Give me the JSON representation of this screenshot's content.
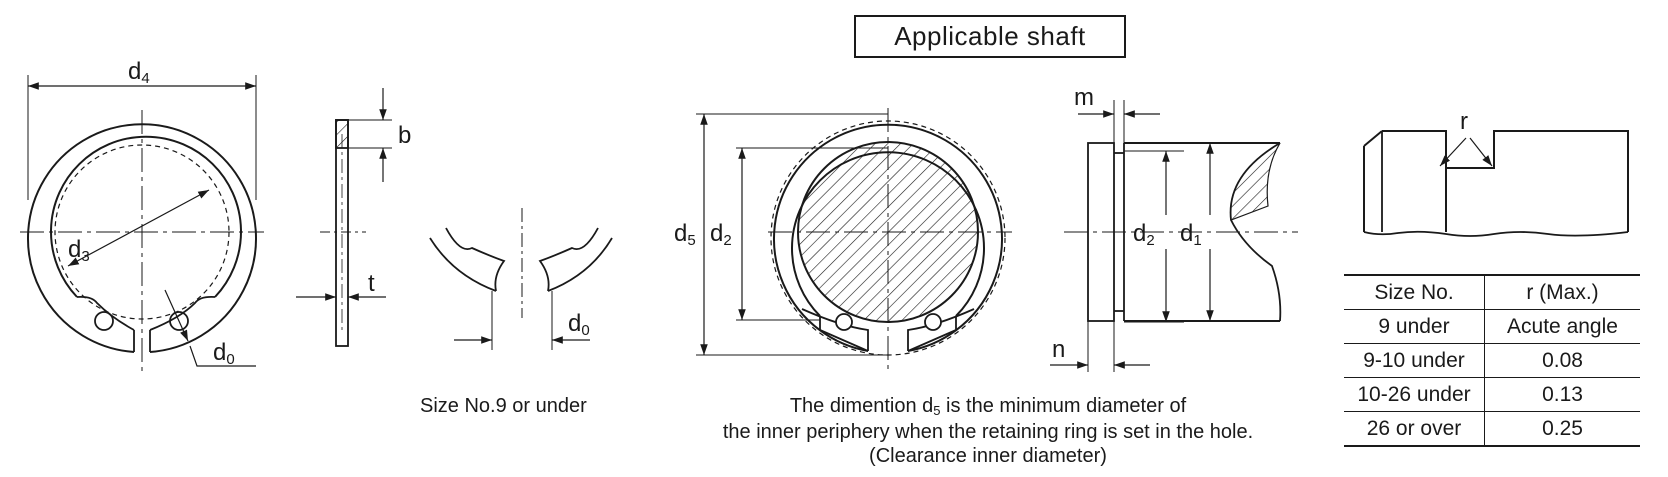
{
  "header": {
    "title": "Applicable shaft"
  },
  "labels": {
    "d4": {
      "main": "d",
      "sub": "4"
    },
    "d3": {
      "main": "d",
      "sub": "3"
    },
    "d0_ring": {
      "main": "d",
      "sub": "0"
    },
    "b": "b",
    "t": "t",
    "d0_detail": {
      "main": "d",
      "sub": "0"
    },
    "d5": {
      "main": "d",
      "sub": "5"
    },
    "d2_left": {
      "main": "d",
      "sub": "2"
    },
    "m": "m",
    "n": "n",
    "d2_right": {
      "main": "d",
      "sub": "2"
    },
    "d1": {
      "main": "d",
      "sub": "1"
    },
    "r": "r"
  },
  "captions": {
    "detail": "Size No.9 or under",
    "note_line1_a": "The dimention d",
    "note_line1_sub": "5",
    "note_line1_b": " is the minimum diameter of",
    "note_line2": "the inner periphery when the retaining ring is set in the hole.",
    "note_line3": "(Clearance inner diameter)"
  },
  "table": {
    "headers": [
      "Size No.",
      "r (Max.)"
    ],
    "rows": [
      [
        "9 under",
        "Acute angle"
      ],
      [
        "9-10 under",
        "0.08"
      ],
      [
        "10-26 under",
        "0.13"
      ],
      [
        "26 or over",
        "0.25"
      ]
    ]
  }
}
